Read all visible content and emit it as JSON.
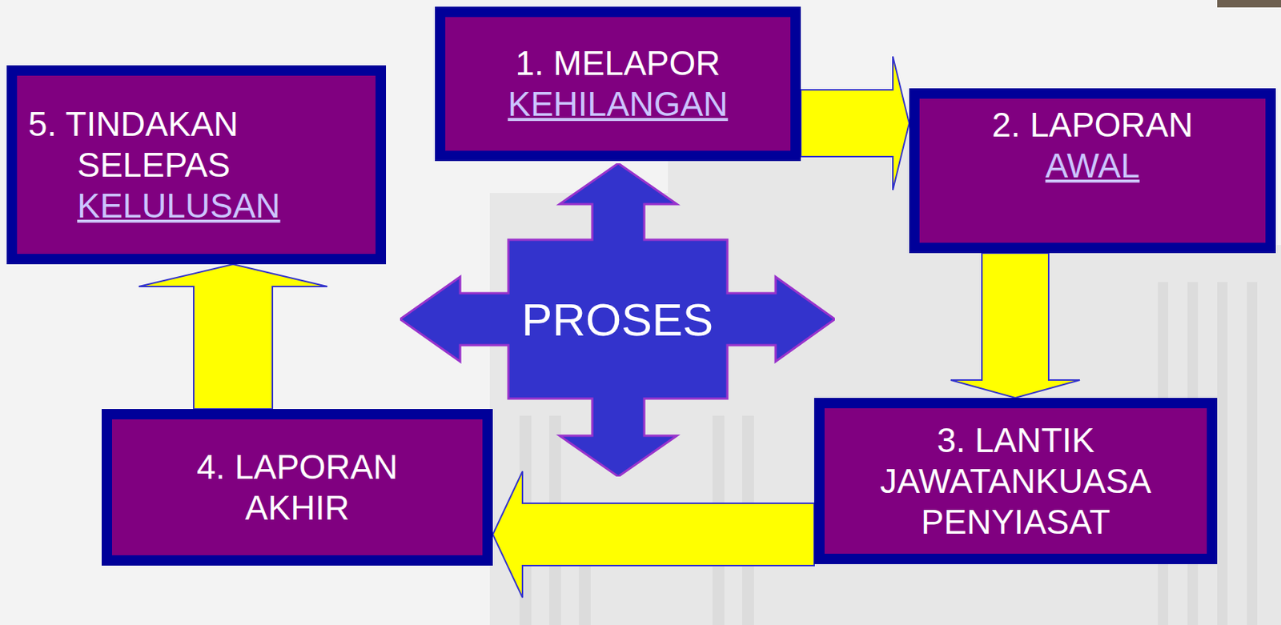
{
  "diagram": {
    "nodes": [
      {
        "text": [
          "1. MELAPOR",
          "KEHILANGAN"
        ]
      },
      {
        "text": [
          "2. LAPORAN",
          "AWAL"
        ]
      },
      {
        "text": [
          "3. LANTIK JAWATANKUASA PENYIASAT"
        ]
      },
      {
        "text": [
          "4. LAPORAN AKHIR"
        ]
      },
      {
        "text": [
          "5. TINDAKAN SELEPAS",
          "KELULUSAN"
        ]
      },
      {
        "text": [
          "PROSES"
        ]
      }
    ],
    "edges": [
      {
        "from": 0,
        "to": 1,
        "arrow": "to"
      },
      {
        "from": 1,
        "to": 2,
        "arrow": "to"
      },
      {
        "from": 2,
        "to": 3,
        "arrow": "to"
      },
      {
        "from": 3,
        "to": 4,
        "arrow": "to"
      }
    ]
  }
}
